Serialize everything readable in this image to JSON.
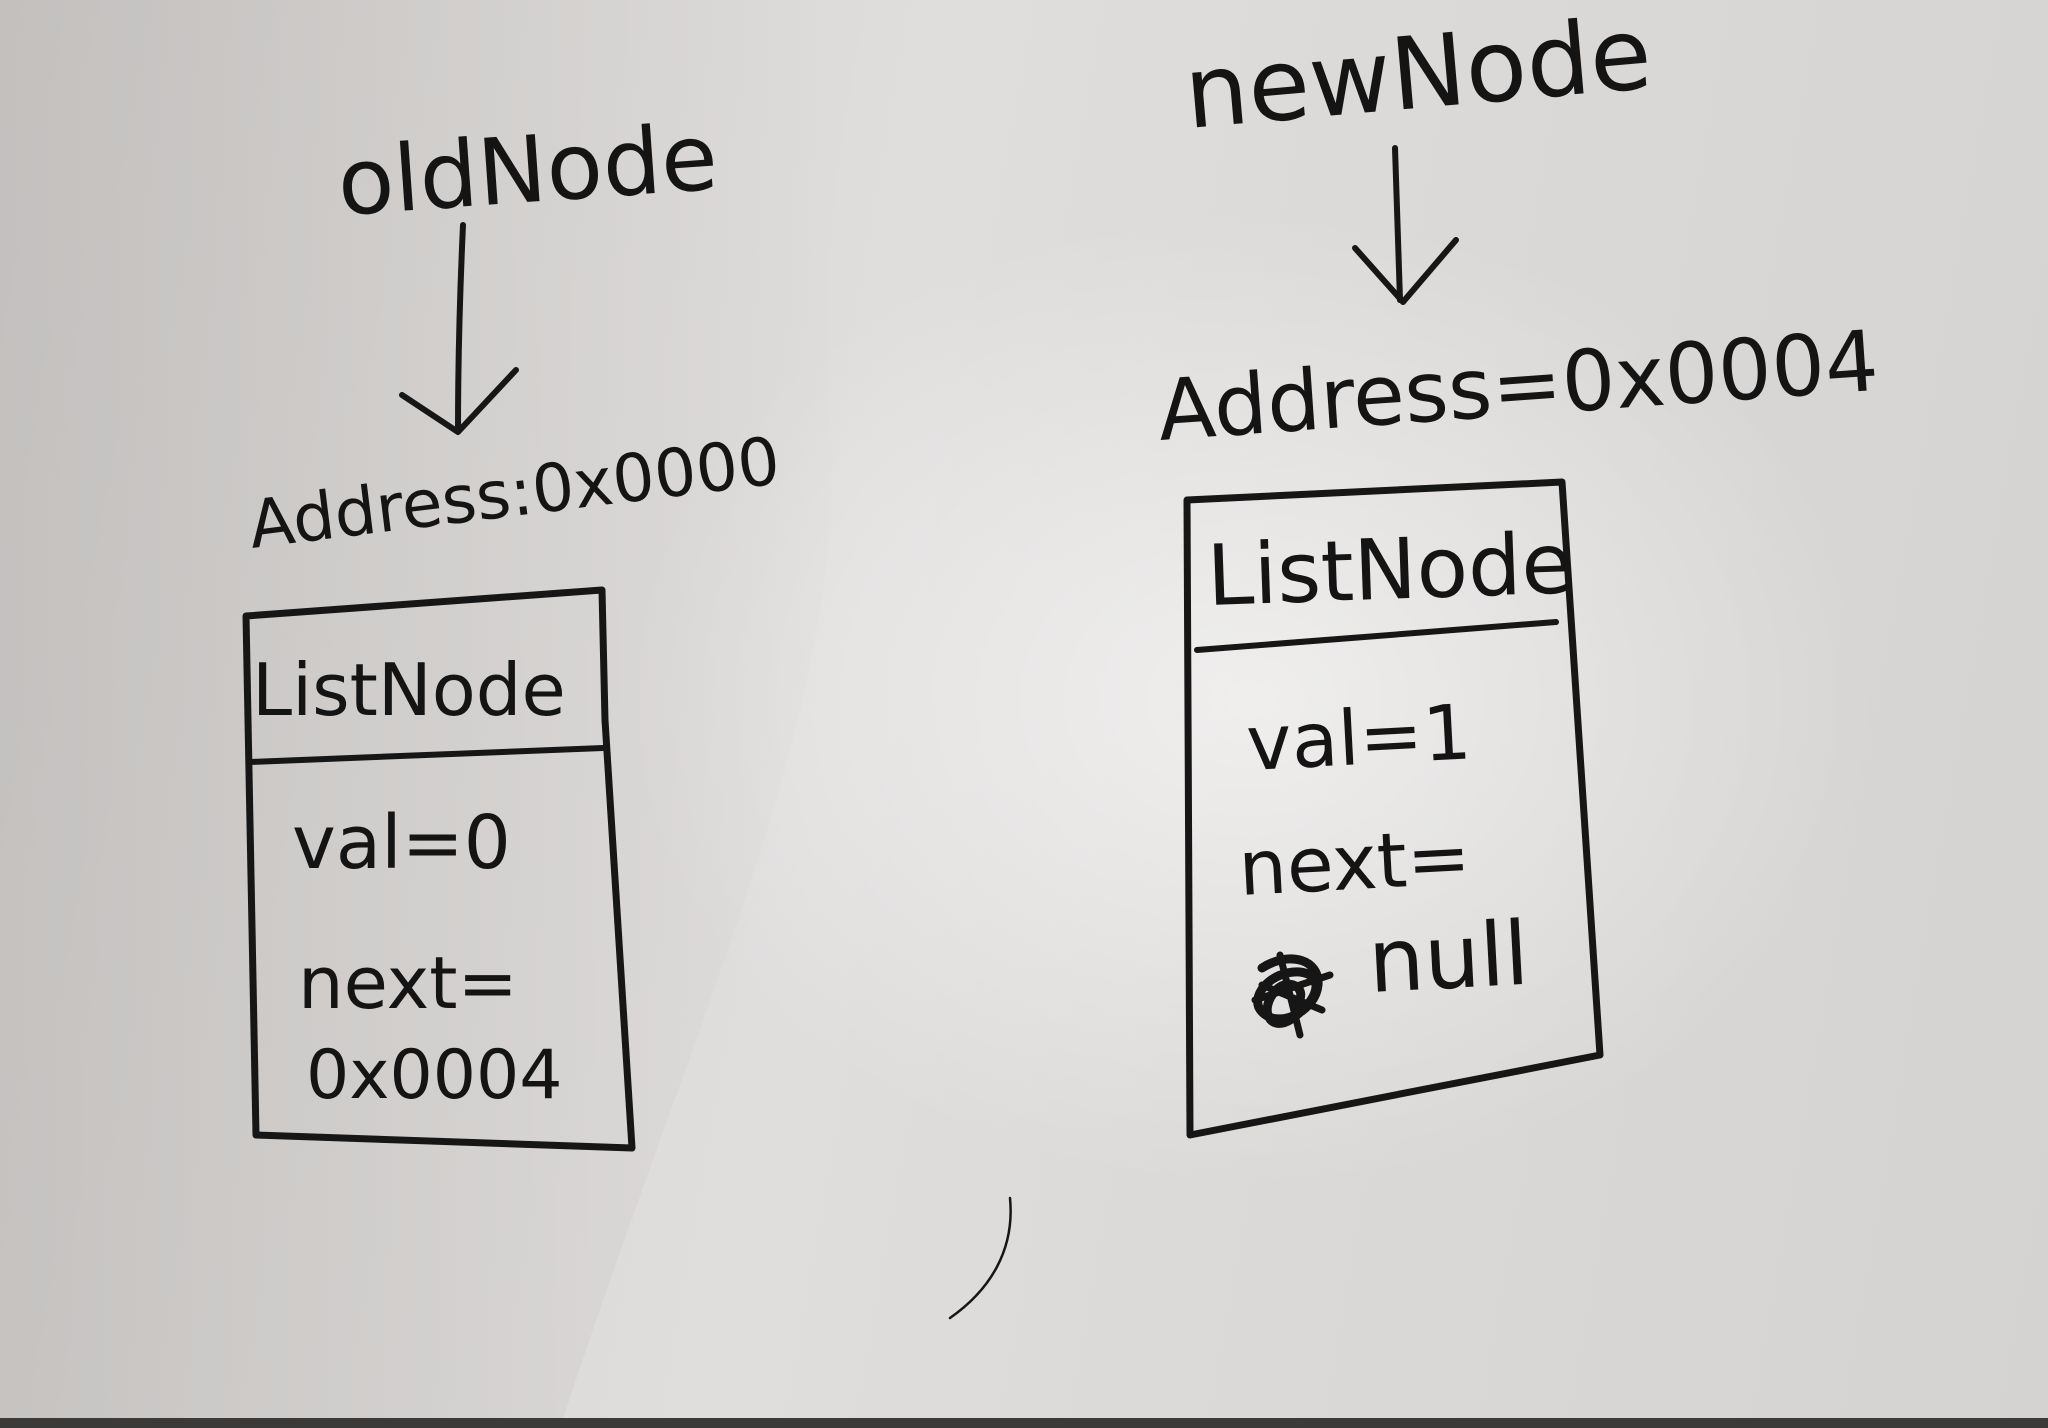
{
  "old_node": {
    "pointer_label": "oldNode",
    "address": "Address:0x0000",
    "class_name": "ListNode",
    "val": "val=0",
    "next_label": "next=",
    "next_value": "0x0004"
  },
  "new_node": {
    "pointer_label": "newNode",
    "address": "Address=0x0004",
    "class_name": "ListNode",
    "val": "val=1",
    "next_label": "next=",
    "next_value": "null"
  },
  "colors": {
    "ink": "#161616",
    "paper": "#dcdad8"
  }
}
